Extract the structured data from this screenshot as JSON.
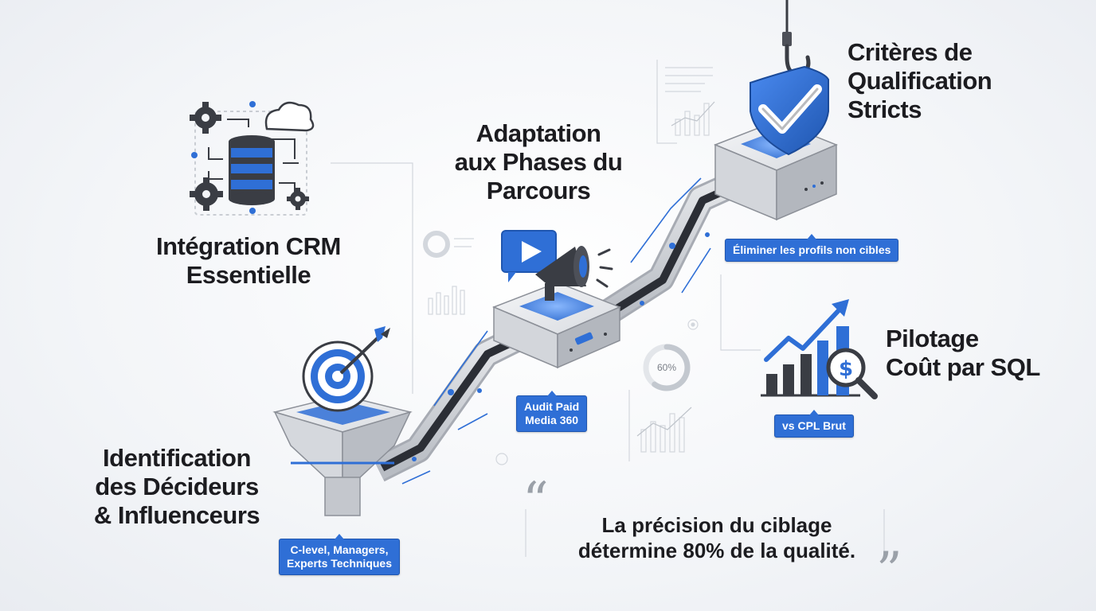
{
  "steps": {
    "crm": {
      "lines": [
        "Intégration CRM",
        "Essentielle"
      ]
    },
    "decideurs": {
      "lines": [
        "Identification",
        "des Décideurs",
        "& Influenceurs"
      ]
    },
    "phases": {
      "lines": [
        "Adaptation",
        "aux Phases du",
        "Parcours"
      ]
    },
    "criteres": {
      "lines": [
        "Critères de",
        "Qualification",
        "Stricts"
      ]
    },
    "pilotage": {
      "lines": [
        "Pilotage",
        "Coût par SQL"
      ]
    }
  },
  "tags": {
    "clevel": {
      "lines": [
        "C-level, Managers,",
        "Experts Techniques"
      ]
    },
    "audit": {
      "lines": [
        "Audit Paid",
        "Media 360"
      ]
    },
    "eliminer": {
      "lines": [
        "Éliminer les profils non cibles"
      ]
    },
    "cpl": {
      "lines": [
        "vs CPL Brut"
      ]
    }
  },
  "quote": {
    "lines": [
      "La précision du ciblage",
      "détermine 80% de la qualité."
    ],
    "open_mark": "“",
    "close_mark": "”"
  },
  "gauge": {
    "label": "60%",
    "value": 60
  },
  "icons": {
    "crm": "database-cloud-gears-icon",
    "target": "target-arrow-icon",
    "funnel": "funnel-icon",
    "media": "video-megaphone-icon",
    "shield": "shield-check-icon",
    "hook": "hook-icon",
    "growth": "bar-chart-growth-icon",
    "magnifier": "dollar-magnifier-icon"
  },
  "colors": {
    "accent": "#2f6fd6",
    "pipe": "#c9ccd1",
    "dark": "#3a3d44",
    "text": "#1c1c20"
  }
}
